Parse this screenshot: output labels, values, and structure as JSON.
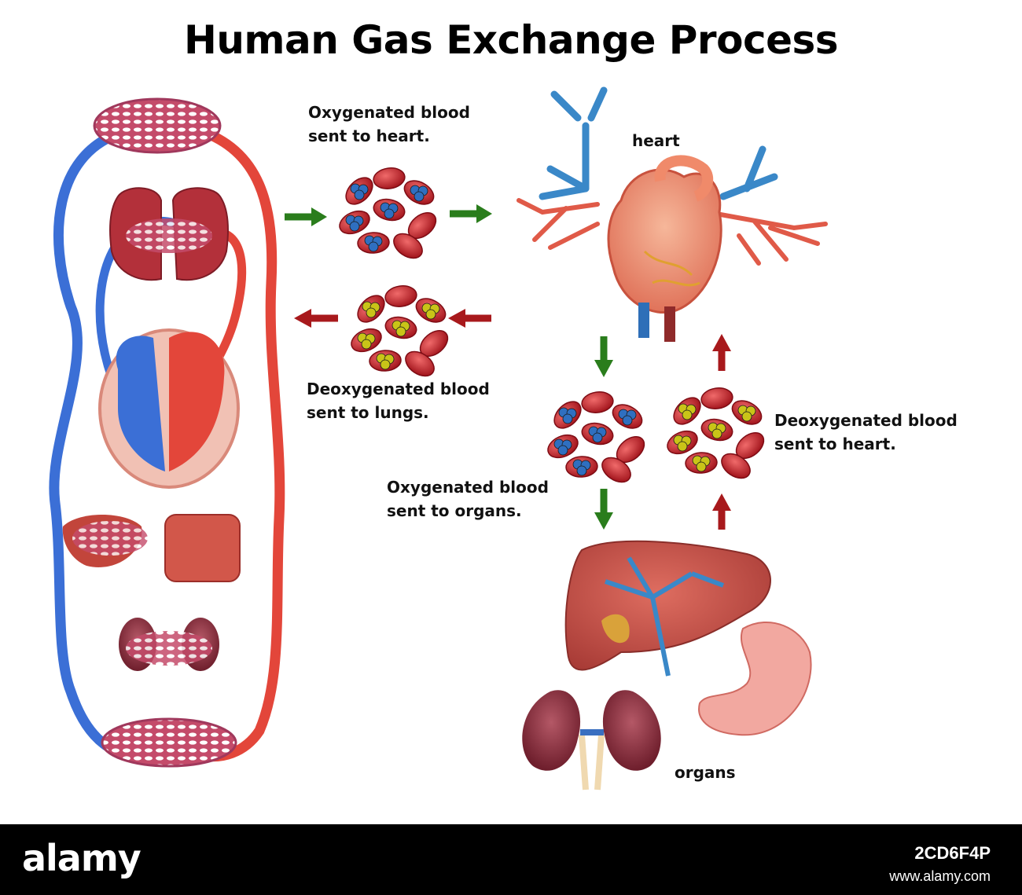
{
  "title": "Human Gas Exchange Process",
  "labels": {
    "oxy_to_heart": [
      "Oxygenated blood",
      "sent to heart."
    ],
    "heart": "heart",
    "deoxy_to_lungs": [
      "Deoxygenated blood",
      "sent to lungs."
    ],
    "deoxy_to_heart": [
      "Deoxygenated blood",
      "sent to heart."
    ],
    "oxy_to_organs": [
      "Oxygenated blood",
      "sent to organs."
    ],
    "organs": "organs"
  },
  "footer": {
    "brand": "alamy",
    "image_id": "2CD6F4P",
    "site": "www.alamy.com"
  },
  "colors": {
    "arrow_green": "#2a7d1c",
    "arrow_red": "#a8191c",
    "vessel_red": "#e3463a",
    "vessel_blue": "#3b6fd6",
    "cell_red": "#c8202a",
    "oxygen_blue": "#2f6fc0",
    "co2_yellow": "#c9c418"
  }
}
